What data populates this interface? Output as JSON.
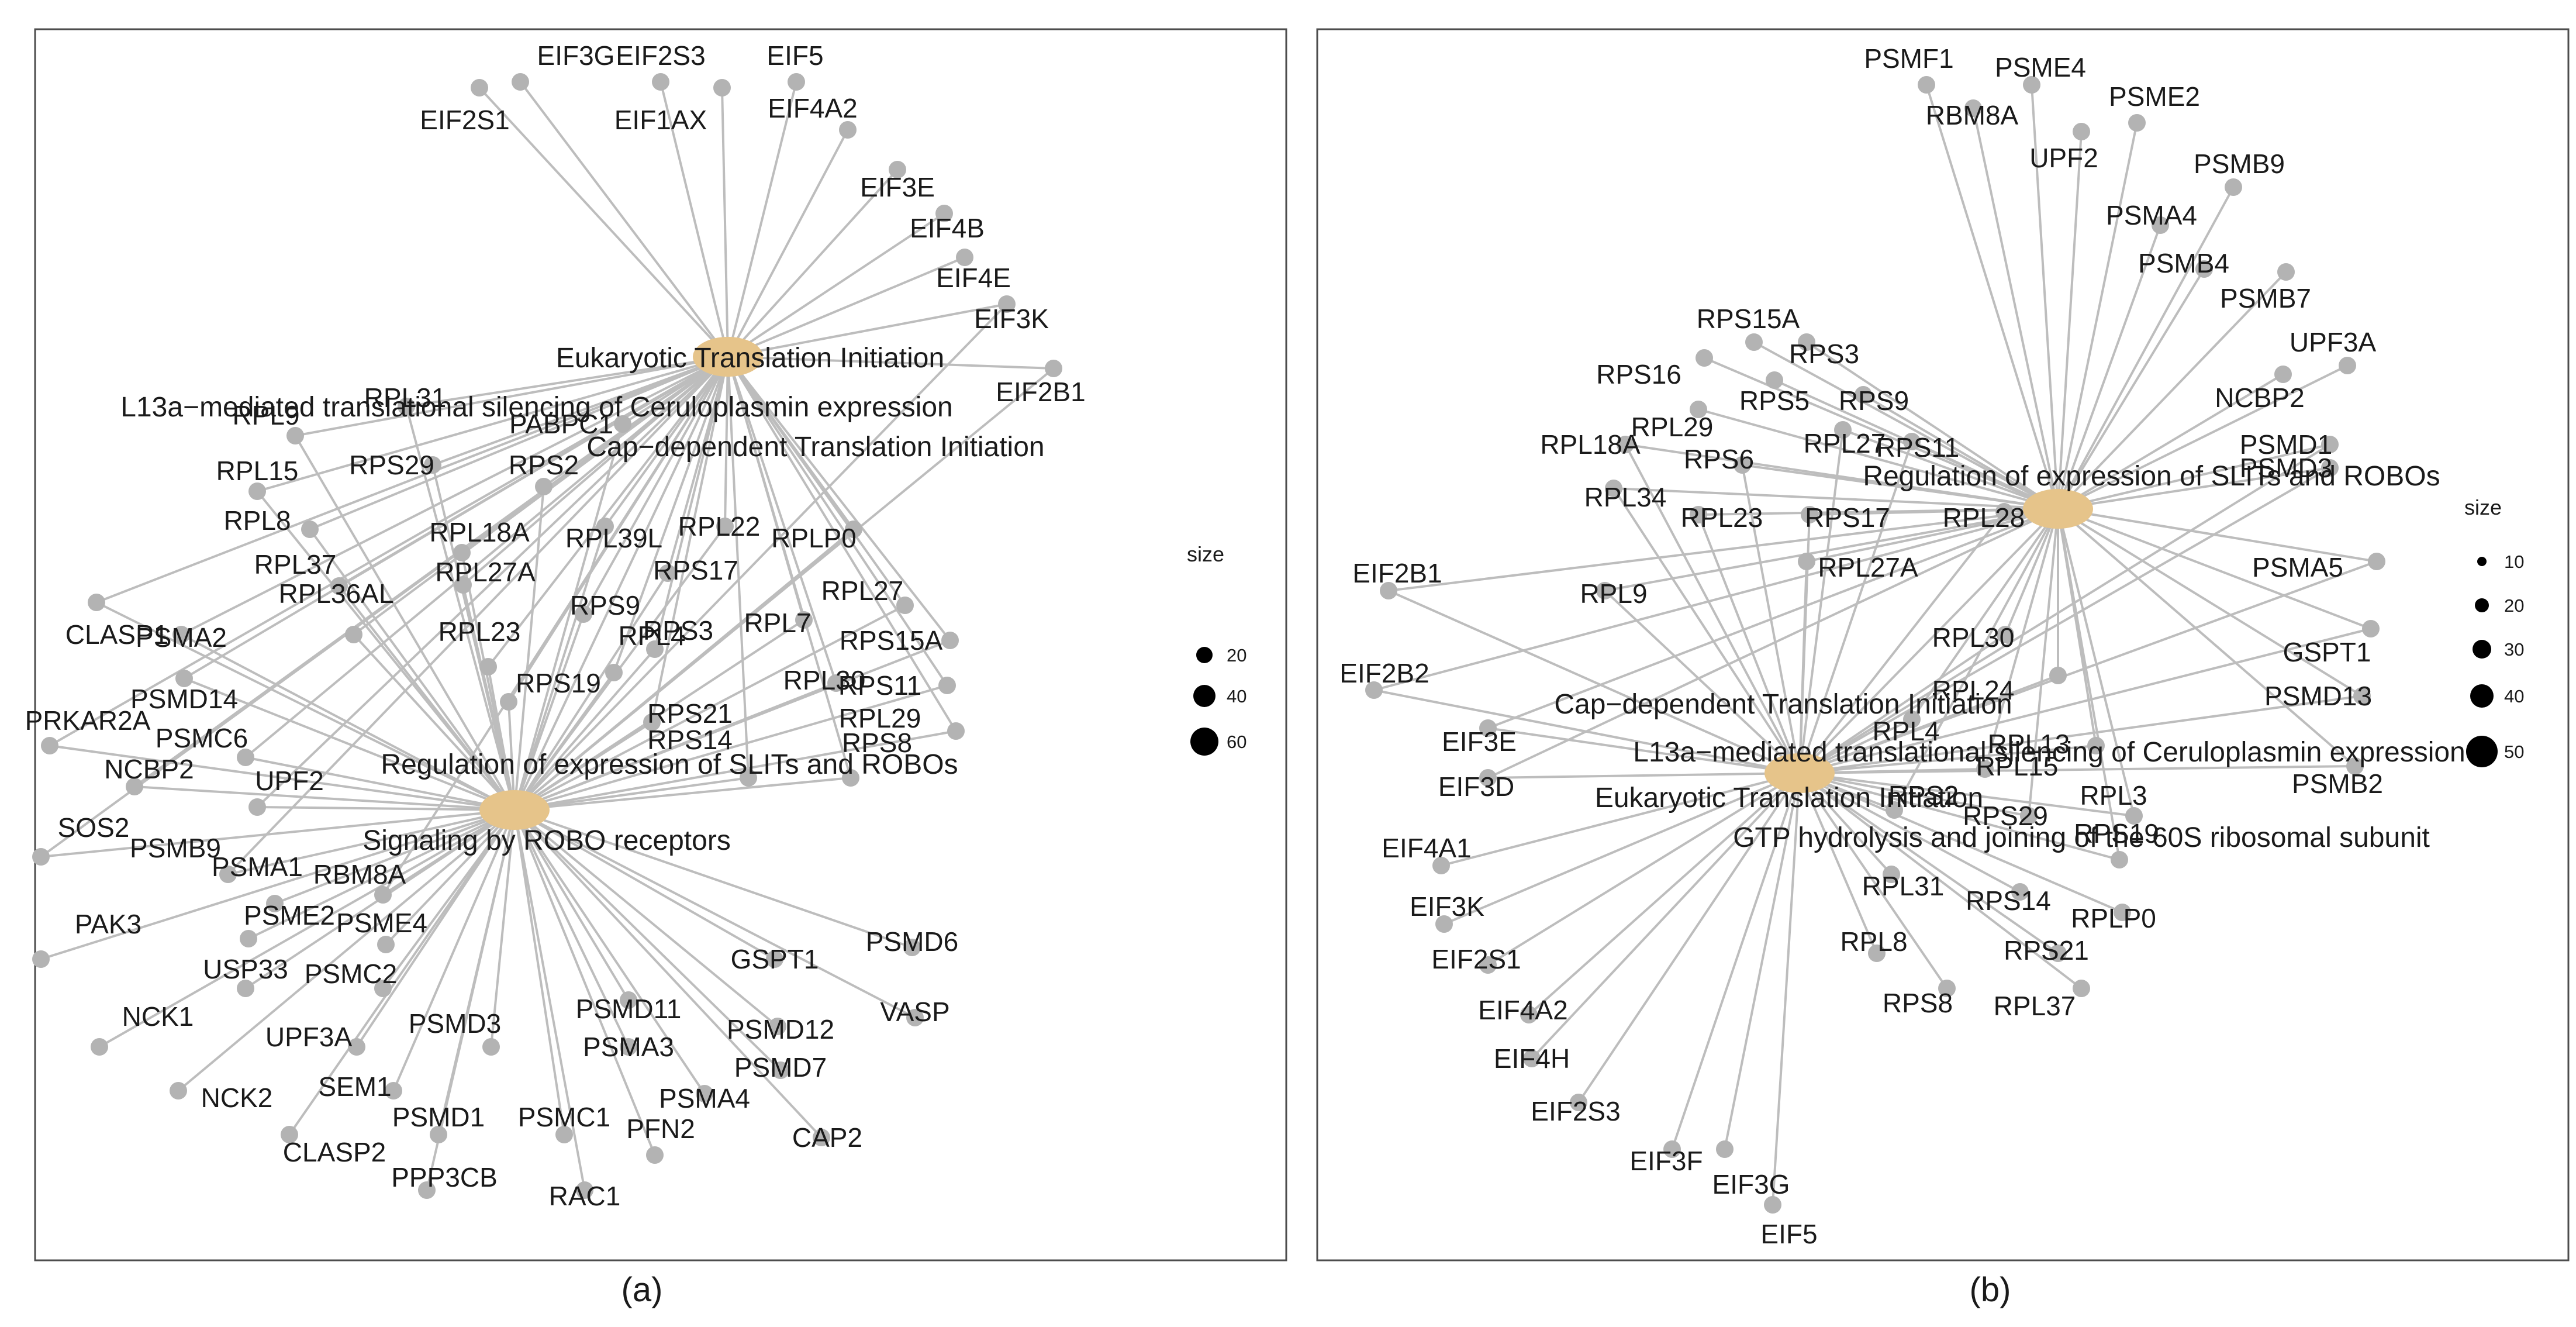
{
  "panels": [
    {
      "caption": "(a)",
      "terms": [
        "Eukaryotic Translation Initiation",
        "L13a−mediated translational silencing of Ceruloplasmin expression",
        "Cap−dependent Translation Initiation",
        "Regulation of expression of SLITs and ROBOs",
        "Signaling by ROBO receptors"
      ],
      "genes": [
        "EIF3G",
        "EIF2S3",
        "EIF5",
        "EIF2S1",
        "EIF1AX",
        "EIF4A2",
        "EIF3E",
        "EIF4B",
        "EIF4E",
        "EIF3K",
        "EIF2B1",
        "RPL31",
        "PABPC1",
        "RPL9",
        "RPL15",
        "RPS29",
        "RPS2",
        "RPL8",
        "RPL18A",
        "RPL39L",
        "RPL22",
        "RPLP0",
        "RPL37",
        "RPL27A",
        "RPS17",
        "RPL27",
        "RPL36AL",
        "RPS9",
        "RPL7",
        "RPS3",
        "RPS15A",
        "RPL23",
        "RPL4",
        "RPL30",
        "RPS11",
        "RPS19",
        "RPS21",
        "RPL29",
        "RPS14",
        "RPS8",
        "CLASP1",
        "PSMA2",
        "PSMD14",
        "PRKAR2A",
        "PSMC6",
        "NCBP2",
        "UPF2",
        "SOS2",
        "PSMB9",
        "PSMA1",
        "RBM8A",
        "PAK3",
        "PSME2",
        "PSME4",
        "USP33",
        "PSMC2",
        "NCK1",
        "UPF3A",
        "PSMD3",
        "NCK2",
        "SEM1",
        "CLASP2",
        "PSMD1",
        "PSMC1",
        "PPP3CB",
        "RAC1",
        "PSMD11",
        "PSMA3",
        "PSMD12",
        "PSMD7",
        "PSMA4",
        "PFN2",
        "CAP2",
        "GSPT1",
        "PSMD6",
        "VASP"
      ],
      "legend": {
        "title": "size",
        "ticks": [
          "20",
          "40",
          "60"
        ]
      }
    },
    {
      "caption": "(b)",
      "terms": [
        "Regulation of expression of SLITs and ROBOs",
        "Cap−dependent Translation Initiation",
        "L13a−mediated translational silencing of Ceruloplasmin expression",
        "Eukaryotic Translation Initiation",
        "GTP hydrolysis and joining of the 60S ribosomal subunit"
      ],
      "genes": [
        "PSMF1",
        "PSME4",
        "RBM8A",
        "PSME2",
        "UPF2",
        "PSMB9",
        "PSMA4",
        "PSMB4",
        "PSMB7",
        "UPF3A",
        "NCBP2",
        "PSMD1",
        "PSMD3",
        "PSMA5",
        "GSPT1",
        "PSMD13",
        "PSMB2",
        "RPS15A",
        "RPS3",
        "RPS16",
        "RPS5",
        "RPS9",
        "RPL29",
        "RPL27",
        "RPS11",
        "RPL18A",
        "RPS6",
        "RPL34",
        "RPL23",
        "RPS17",
        "RPL28",
        "RPL27A",
        "RPL9",
        "RPL30",
        "RPL24",
        "RPL4",
        "RPL13",
        "RPL15",
        "RPL3",
        "RPS2",
        "RPS29",
        "RPS19",
        "RPL31",
        "RPS14",
        "RPLP0",
        "RPL8",
        "RPS21",
        "RPS8",
        "RPL37",
        "EIF2B1",
        "EIF2B2",
        "EIF3E",
        "EIF3D",
        "EIF4A1",
        "EIF3K",
        "EIF2S1",
        "EIF4A2",
        "EIF4H",
        "EIF2S3",
        "EIF3F",
        "EIF3G",
        "EIF5"
      ],
      "legend": {
        "title": "size",
        "ticks": [
          "10",
          "20",
          "30",
          "40",
          "50"
        ]
      }
    }
  ]
}
